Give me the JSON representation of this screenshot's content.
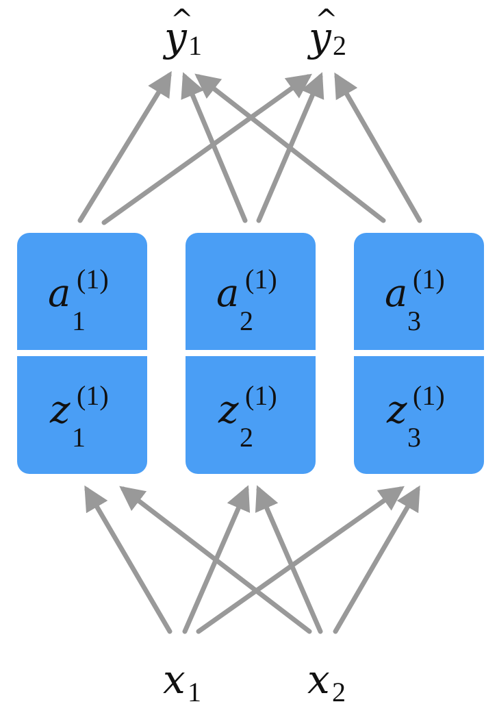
{
  "colors": {
    "node_fill": "#4a9ef5",
    "arrow": "#999999",
    "text": "#111111",
    "background": "#ffffff"
  },
  "outputs": [
    {
      "symbol": "y",
      "hat": "^",
      "subscript": "1"
    },
    {
      "symbol": "y",
      "hat": "^",
      "subscript": "2"
    }
  ],
  "hidden_units": [
    {
      "activation": {
        "symbol": "a",
        "subscript": "1",
        "superscript": "(1)"
      },
      "preactivation": {
        "symbol": "z",
        "subscript": "1",
        "superscript": "(1)"
      }
    },
    {
      "activation": {
        "symbol": "a",
        "subscript": "2",
        "superscript": "(1)"
      },
      "preactivation": {
        "symbol": "z",
        "subscript": "2",
        "superscript": "(1)"
      }
    },
    {
      "activation": {
        "symbol": "a",
        "subscript": "3",
        "superscript": "(1)"
      },
      "preactivation": {
        "symbol": "z",
        "subscript": "3",
        "superscript": "(1)"
      }
    }
  ],
  "inputs": [
    {
      "symbol": "x",
      "subscript": "1"
    },
    {
      "symbol": "x",
      "subscript": "2"
    }
  ],
  "edges": {
    "input_to_hidden": [
      [
        1,
        1
      ],
      [
        1,
        2
      ],
      [
        1,
        3
      ],
      [
        2,
        1
      ],
      [
        2,
        2
      ],
      [
        2,
        3
      ]
    ],
    "hidden_to_output": [
      [
        1,
        1
      ],
      [
        1,
        2
      ],
      [
        2,
        1
      ],
      [
        2,
        2
      ],
      [
        3,
        1
      ],
      [
        3,
        2
      ]
    ]
  }
}
